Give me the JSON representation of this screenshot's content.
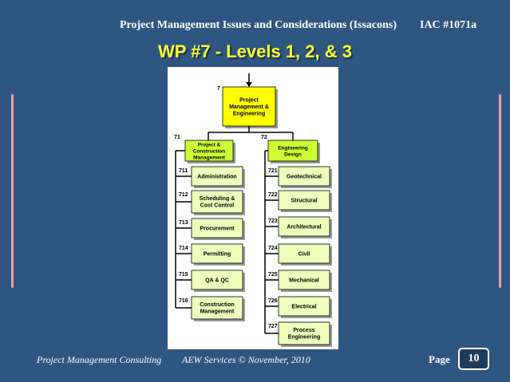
{
  "header": {
    "title": "Project Management Issues and Considerations (Issacons)",
    "code": "IAC #1071a"
  },
  "slide": {
    "title": "WP #7 - Levels 1, 2, & 3"
  },
  "diagram": {
    "root": {
      "code": "7",
      "label": "Project Management & Engineering",
      "lines": [
        "Project",
        "Management &",
        "Engineering"
      ]
    },
    "branches": [
      {
        "code": "71",
        "label": "Project & Construction Management",
        "lines": [
          "Project &",
          "Construction",
          "Management"
        ],
        "children": [
          {
            "code": "711",
            "lines": [
              "Administration"
            ]
          },
          {
            "code": "712",
            "lines": [
              "Scheduling &",
              "Cost Control"
            ]
          },
          {
            "code": "713",
            "lines": [
              "Procurement"
            ]
          },
          {
            "code": "714",
            "lines": [
              "Permitting"
            ]
          },
          {
            "code": "715",
            "lines": [
              "QA & QC"
            ]
          },
          {
            "code": "716",
            "lines": [
              "Construction",
              "Management"
            ]
          }
        ]
      },
      {
        "code": "72",
        "label": "Engineering Design",
        "lines": [
          "Engineering",
          "Design"
        ],
        "children": [
          {
            "code": "721",
            "lines": [
              "Geotechnical"
            ]
          },
          {
            "code": "722",
            "lines": [
              "Structural"
            ]
          },
          {
            "code": "723",
            "lines": [
              "Architectural"
            ]
          },
          {
            "code": "724",
            "lines": [
              "Civil"
            ]
          },
          {
            "code": "725",
            "lines": [
              "Mechanical"
            ]
          },
          {
            "code": "726",
            "lines": [
              "Electrical"
            ]
          },
          {
            "code": "727",
            "lines": [
              "Process",
              "Engineering"
            ]
          }
        ]
      }
    ],
    "colors": {
      "root_fill": "#ffff00",
      "level2_fill": "#ccff33",
      "level3_fill": "#eeffbb",
      "shadow": "#999999",
      "line": "#000000"
    }
  },
  "footer": {
    "left": "Project Management Consulting",
    "middle": "AEW  Services © November, 2010",
    "page_label": "Page",
    "page_number": "10"
  }
}
